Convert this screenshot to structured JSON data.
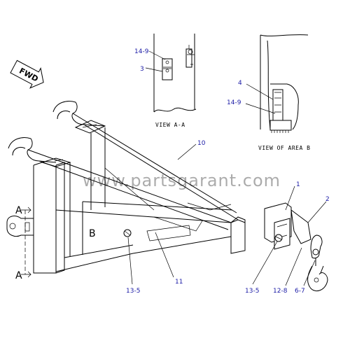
{
  "orientation": {
    "arrow_text": "FWD"
  },
  "views": {
    "view_a": {
      "caption": "VIEW A-A"
    },
    "area_b": {
      "caption": "VIEW OF AREA B"
    }
  },
  "section_markers": {
    "top": "A",
    "bottom": "A",
    "area": "B"
  },
  "callouts": {
    "c14_9_top": "14-9",
    "c3": "3",
    "c4": "4",
    "c14_9_right": "14-9",
    "c10": "10",
    "c1": "1",
    "c2": "2",
    "c11": "11",
    "c13_5_left": "13-5",
    "c13_5_right": "13-5",
    "c12_8": "12-8",
    "c6_7": "6-7"
  },
  "watermark": "www.partsgarant.com",
  "colors": {
    "callout": "#1a1aa6",
    "line": "#000000"
  }
}
